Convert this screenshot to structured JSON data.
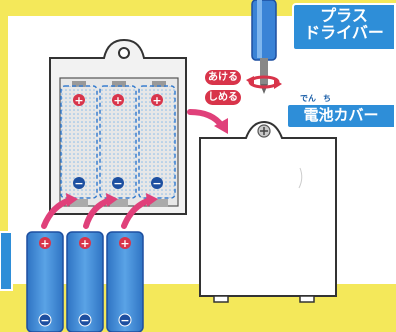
{
  "labels": {
    "driver_line1": "プラス",
    "driver_line2": "ドライバー",
    "cover_label": "電池カバー",
    "cover_ruby_1": "でん",
    "cover_ruby_2": "ち",
    "open_label": "あける",
    "close_label": "しめる"
  },
  "battery_symbols": {
    "plus": "+",
    "minus": "−"
  },
  "colors": {
    "background": "#f4e85a",
    "panel": "#ffffff",
    "battery_blue": "#4a90d9",
    "label_blue": "#2e8ed8",
    "arrow_pink": "#e0407a",
    "pill_red": "#d8344a"
  }
}
